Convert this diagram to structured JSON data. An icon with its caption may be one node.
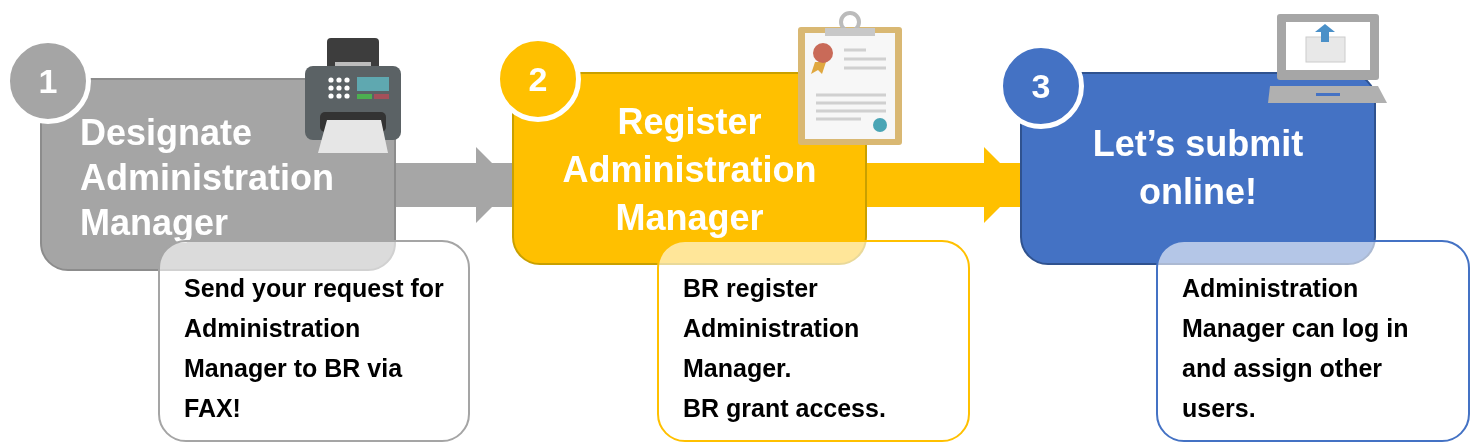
{
  "diagram": {
    "nodes": [
      {
        "text": [
          "1"
        ]
      },
      {
        "text": [
          "Designate Administration Manager"
        ]
      },
      {
        "text": [
          "Send your request for Administration Manager to BR via FAX!"
        ]
      },
      {
        "text": [
          "2"
        ]
      },
      {
        "text": [
          "Register Administration Manager"
        ]
      },
      {
        "text": [
          "BR register Administration Manager.",
          "BR grant access."
        ]
      },
      {
        "text": [
          "3"
        ]
      },
      {
        "text": [
          "Let’s submit online!"
        ]
      },
      {
        "text": [
          "Administration Manager can log in and assign other users."
        ]
      }
    ],
    "edges": [
      {
        "from": 1,
        "to": 4,
        "arrow": "to",
        "color": "#a6a6a6"
      },
      {
        "from": 4,
        "to": 7,
        "arrow": "to",
        "color": "#ffc000"
      }
    ]
  }
}
